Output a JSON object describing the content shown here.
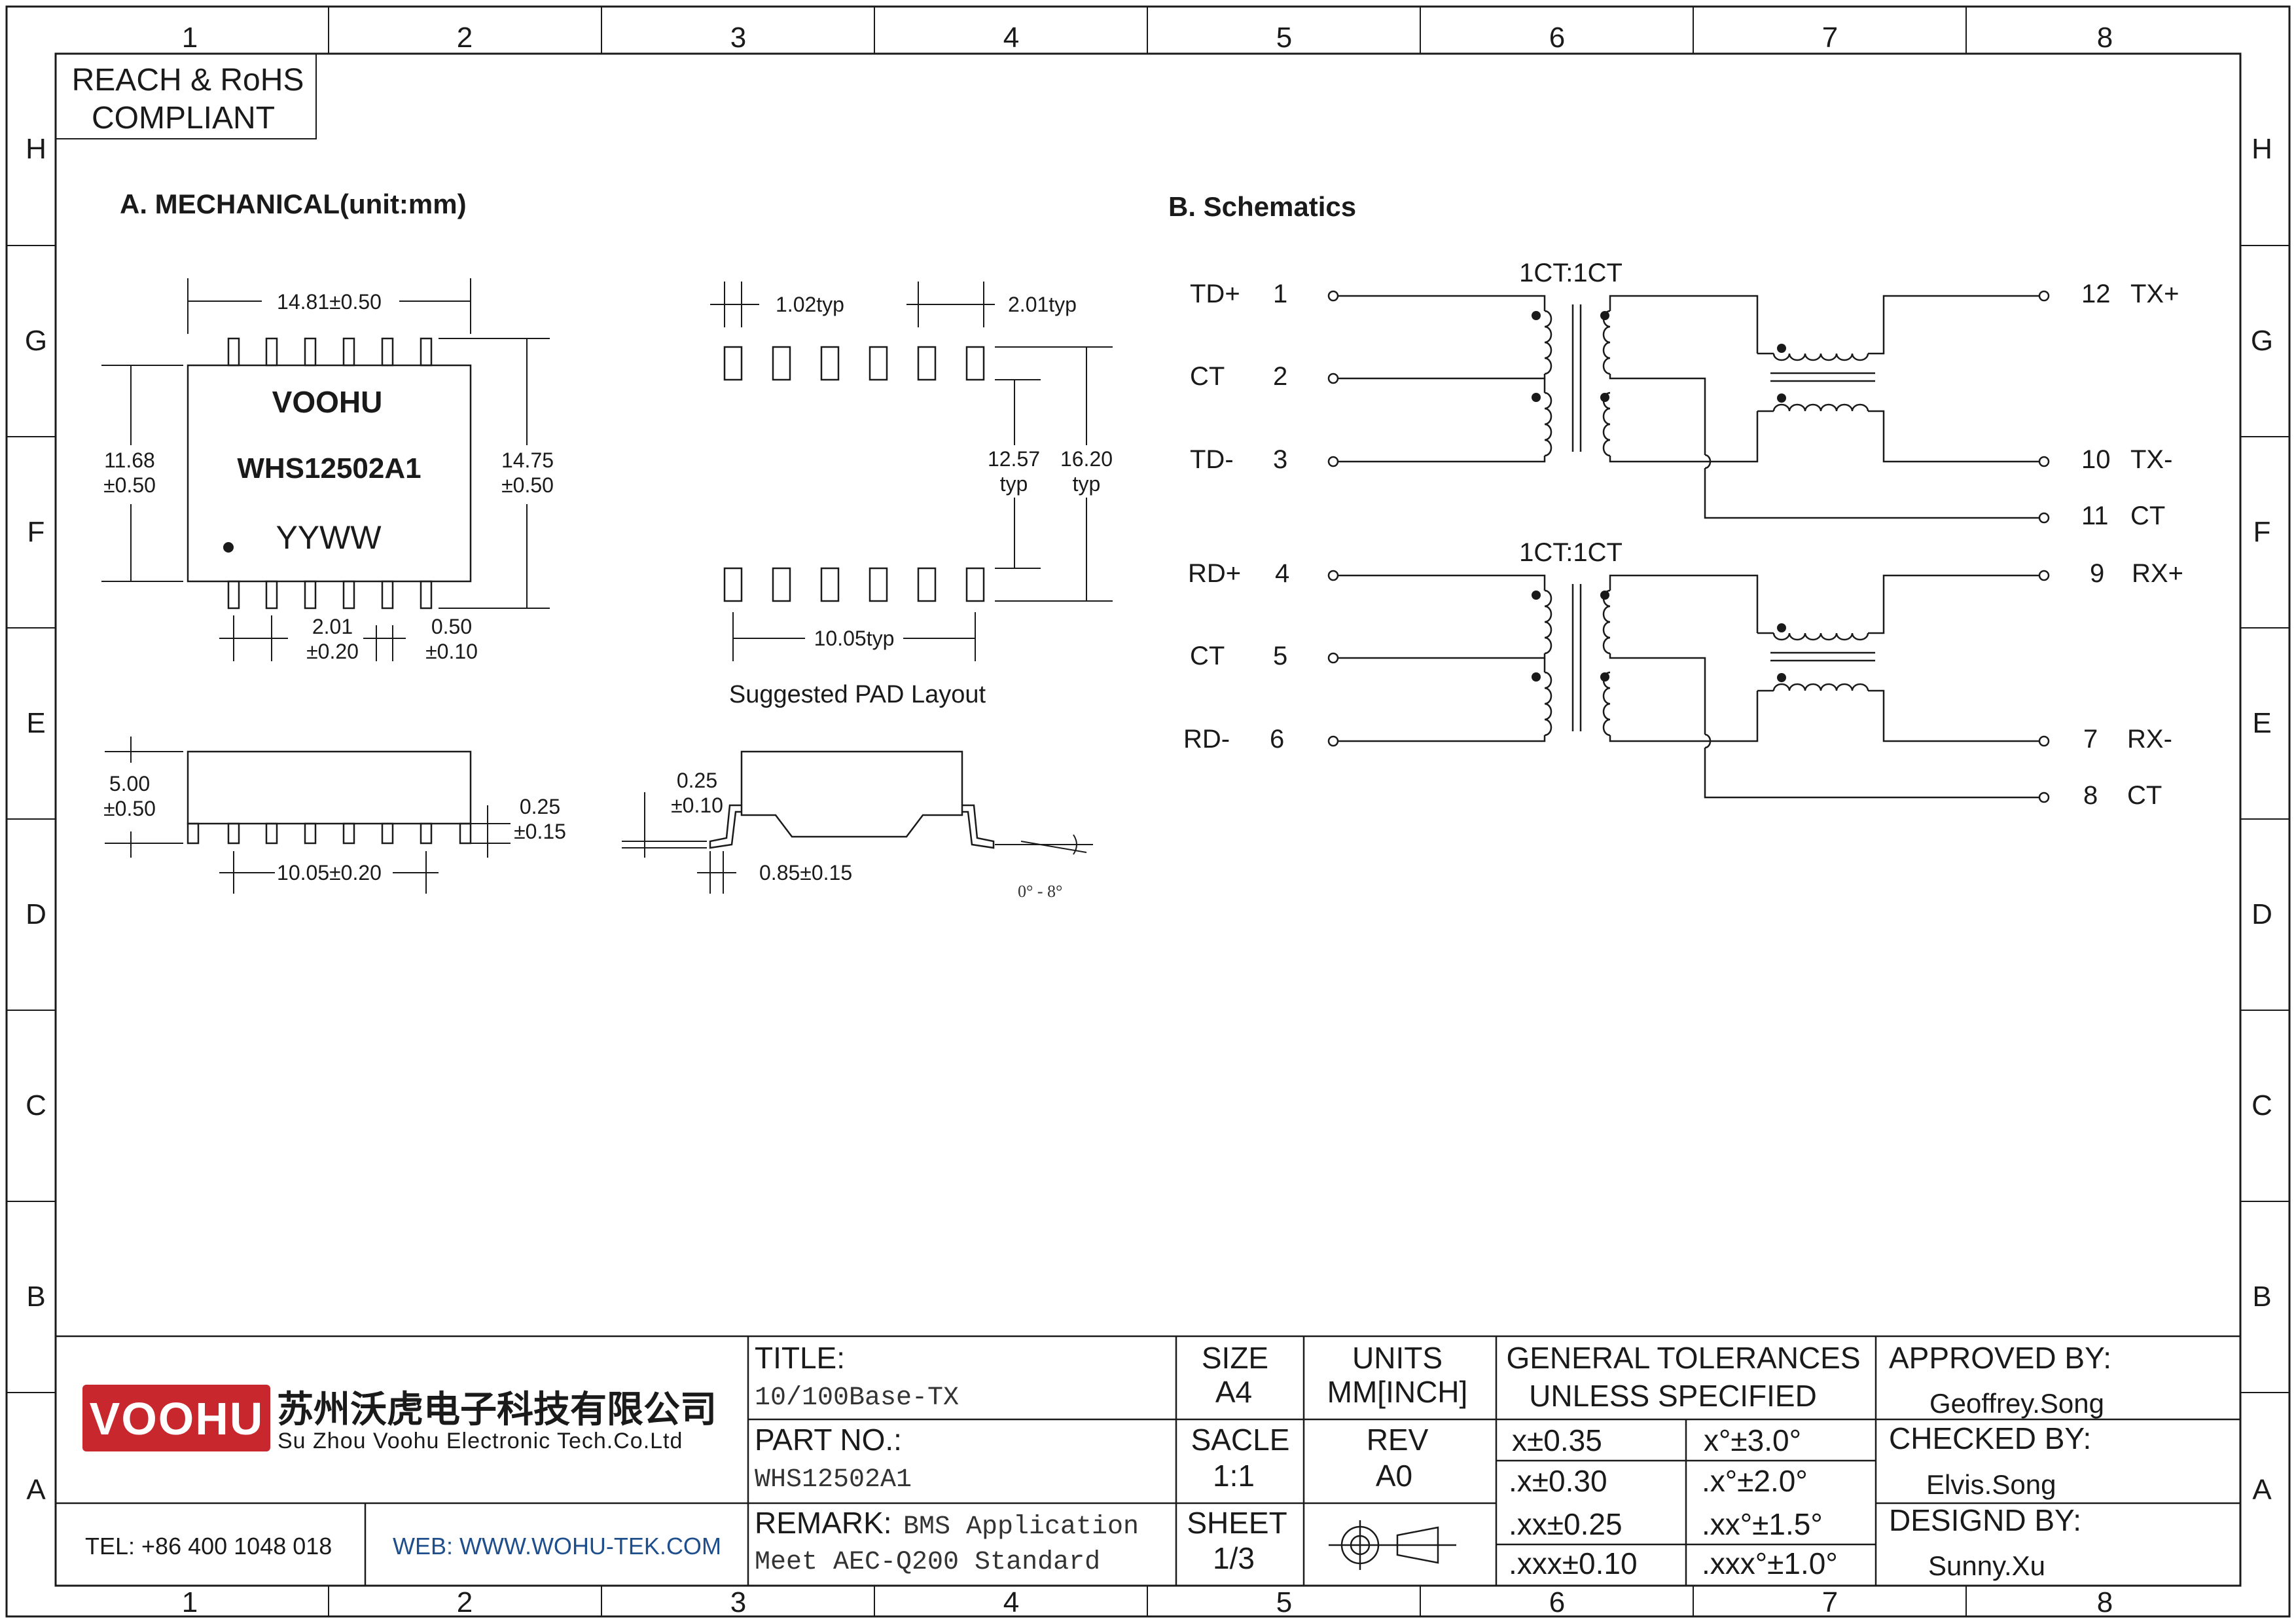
{
  "frame": {
    "cols": [
      "1",
      "2",
      "3",
      "4",
      "5",
      "6",
      "7",
      "8"
    ],
    "rows": [
      "H",
      "G",
      "F",
      "E",
      "D",
      "C",
      "B",
      "A"
    ]
  },
  "compliance": {
    "line1": "REACH & RoHS",
    "line2": "COMPLIANT"
  },
  "mechanical": {
    "heading": "A. MECHANICAL(unit:mm)",
    "top_view": {
      "brand": "VOOHU",
      "part": "WHS12502A1",
      "date_code": "YYWW",
      "width": "14.81±0.50",
      "body_h_1": "11.68",
      "body_h_2": "±0.50",
      "total_h_1": "14.75",
      "total_h_2": "±0.50",
      "pitch_1": "2.01",
      "pitch_2": "±0.20",
      "lead_w_1": "0.50",
      "lead_w_2": "±0.10"
    },
    "pad_layout": {
      "pad_w": "1.02typ",
      "pitch": "2.01typ",
      "inner_1": "12.57",
      "inner_2": "typ",
      "outer_1": "16.20",
      "outer_2": "typ",
      "span": "10.05typ",
      "caption": "Suggested PAD Layout"
    },
    "side_view": {
      "height_1": "5.00",
      "height_2": "±0.50",
      "standoff_1": "0.25",
      "standoff_2": "±0.15",
      "span": "10.05±0.20"
    },
    "end_view": {
      "lead_t_1": "0.25",
      "lead_t_2": "±0.10",
      "foot": "0.85±0.15",
      "angle": "0° - 8°"
    }
  },
  "schematics": {
    "heading": "B. Schematics",
    "tx": {
      "ratio": "1CT:1CT",
      "left": [
        {
          "name": "TD+",
          "pin": "1"
        },
        {
          "name": "CT",
          "pin": "2"
        },
        {
          "name": "TD-",
          "pin": "3"
        }
      ],
      "right": [
        {
          "pin": "12",
          "name": "TX+"
        },
        {
          "pin": "10",
          "name": "TX-"
        },
        {
          "pin": "11",
          "name": "CT"
        }
      ]
    },
    "rx": {
      "ratio": "1CT:1CT",
      "left": [
        {
          "name": "RD+",
          "pin": "4"
        },
        {
          "name": "CT",
          "pin": "5"
        },
        {
          "name": "RD-",
          "pin": "6"
        }
      ],
      "right": [
        {
          "pin": "9",
          "name": "RX+"
        },
        {
          "pin": "7",
          "name": "RX-"
        },
        {
          "pin": "8",
          "name": "CT"
        }
      ]
    }
  },
  "title_block": {
    "logo": "VOOHU",
    "company_cn": "苏州沃虎电子科技有限公司",
    "company_en": "Su Zhou Voohu Electronic Tech.Co.Ltd",
    "tel": "TEL: +86 400 1048 018",
    "web": "WEB: WWW.WOHU-TEK.COM",
    "title_label": "TITLE:",
    "title_value": "10/100Base-TX",
    "part_label": "PART NO.:",
    "part_value": "WHS12502A1",
    "remark_label": "REMARK:",
    "remark_value_1": "BMS Application",
    "remark_value_2": "Meet AEC-Q200 Standard",
    "size_label": "SIZE",
    "size_value": "A4",
    "scale_label": "SACLE",
    "scale_value": "1:1",
    "sheet_label": "SHEET",
    "sheet_value": "1/3",
    "units_label": "UNITS",
    "units_value": "MM[INCH]",
    "rev_label": "REV",
    "rev_value": "A0",
    "tol_title_1": "GENERAL TOLERANCES",
    "tol_title_2": "UNLESS SPECIFIED",
    "tol": [
      [
        "x±0.35",
        "x°±3.0°"
      ],
      [
        ".x±0.30",
        ".x°±2.0°"
      ],
      [
        ".xx±0.25",
        ".xx°±1.5°"
      ],
      [
        ".xxx±0.10",
        ".xxx°±1.0°"
      ]
    ],
    "approved_label": "APPROVED BY:",
    "approved": "Geoffrey.Song",
    "checked_label": "CHECKED BY:",
    "checked": "Elvis.Song",
    "designed_label": "DESIGND BY:",
    "designed": "Sunny.Xu"
  },
  "colors": {
    "brand_red": "#c8272e",
    "line": "#1a1a1a",
    "web_blue": "#1f4e8c"
  }
}
